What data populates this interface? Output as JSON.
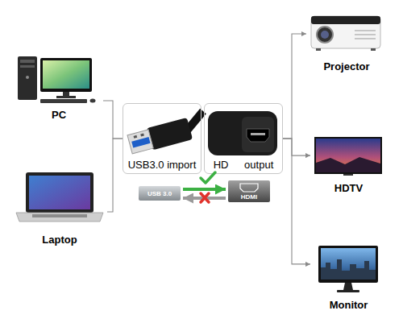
{
  "diagram": {
    "nodes": [
      {
        "text": [
          "PC"
        ]
      },
      {
        "text": [
          "Laptop"
        ]
      },
      {
        "text": [
          "USB3.0 import"
        ]
      },
      {
        "text": [
          "HD output"
        ]
      },
      {
        "text": [
          "USB 3.0"
        ]
      },
      {
        "text": [
          "HDMI"
        ]
      },
      {
        "text": [
          "Projector"
        ]
      },
      {
        "text": [
          "HDTV"
        ]
      },
      {
        "text": [
          "Monitor"
        ]
      }
    ],
    "edges": [
      {
        "from": 0,
        "to": 2,
        "arrow": "none"
      },
      {
        "from": 1,
        "to": 2,
        "arrow": "none"
      },
      {
        "from": 3,
        "to": 6,
        "arrow": "to"
      },
      {
        "from": 3,
        "to": 7,
        "arrow": "to"
      },
      {
        "from": 3,
        "to": 8,
        "arrow": "to"
      },
      {
        "from": 4,
        "to": 5,
        "arrow": "to"
      },
      {
        "from": 5,
        "to": 4,
        "arrow": "to"
      }
    ]
  }
}
